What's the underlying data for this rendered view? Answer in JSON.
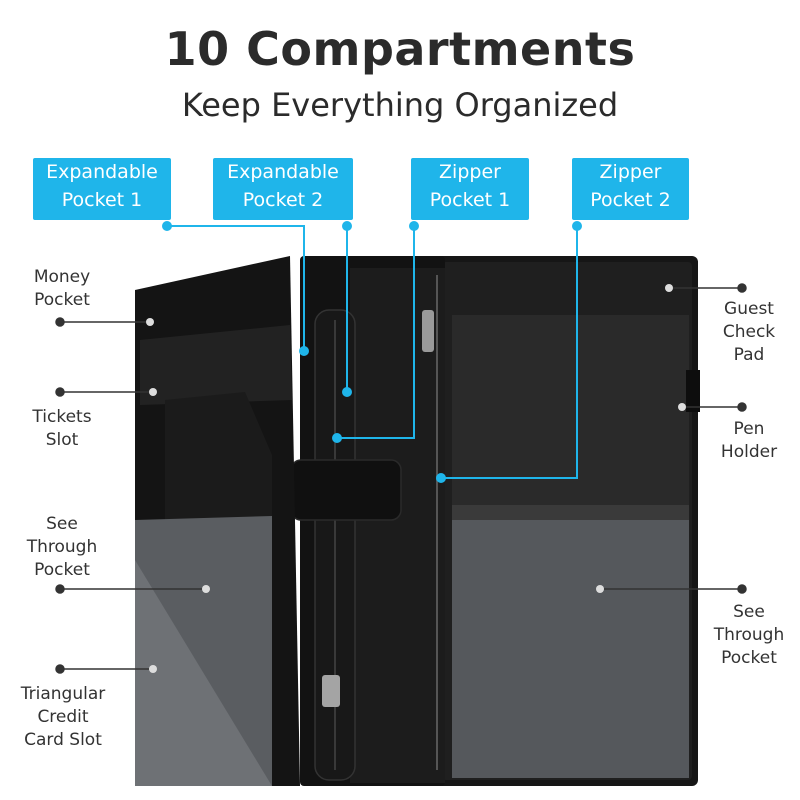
{
  "header": {
    "title": "10 Compartments",
    "subtitle": "Keep Everything Organized"
  },
  "badges": [
    {
      "line1": "Expandable",
      "line2": "Pocket 1"
    },
    {
      "line1": "Expandable",
      "line2": "Pocket 2"
    },
    {
      "line1": "Zipper",
      "line2": "Pocket 1"
    },
    {
      "line1": "Zipper",
      "line2": "Pocket 2"
    }
  ],
  "left_labels": [
    {
      "lines": [
        "Money",
        "Pocket"
      ]
    },
    {
      "lines": [
        "Tickets",
        "Slot"
      ]
    },
    {
      "lines": [
        "See",
        "Through",
        "Pocket"
      ]
    },
    {
      "lines": [
        "Triangular",
        "Credit",
        "Card Slot"
      ]
    }
  ],
  "right_labels": [
    {
      "lines": [
        "Guest",
        "Check",
        "Pad"
      ]
    },
    {
      "lines": [
        "Pen",
        "Holder"
      ]
    },
    {
      "lines": [
        "See",
        "Through",
        "Pocket"
      ]
    }
  ],
  "colors": {
    "accent": "#1fb5ea",
    "text": "#2b2b2b",
    "leather": "#1a1a1a",
    "clear_pocket": "#5a5d61"
  }
}
